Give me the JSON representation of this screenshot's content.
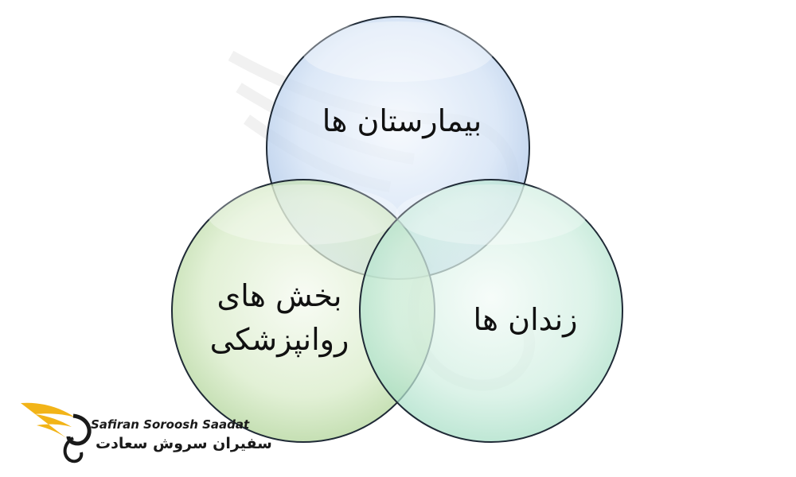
{
  "diagram": {
    "circles": [
      {
        "id": "hospitals",
        "label": "بیمارستان ها",
        "color": "#a9c6ec"
      },
      {
        "id": "psychiatric-wards",
        "label_line1": "بخش های",
        "label_line2": "روانپزشکی",
        "color": "#b7dca0"
      },
      {
        "id": "prisons",
        "label": "زندان ها",
        "color": "#a7e2cc"
      }
    ]
  },
  "logo": {
    "name_en": "Safiran Soroosh Saadat",
    "name_fa": "سفیران سروش سعادت",
    "wing_color": "#f2b418"
  }
}
